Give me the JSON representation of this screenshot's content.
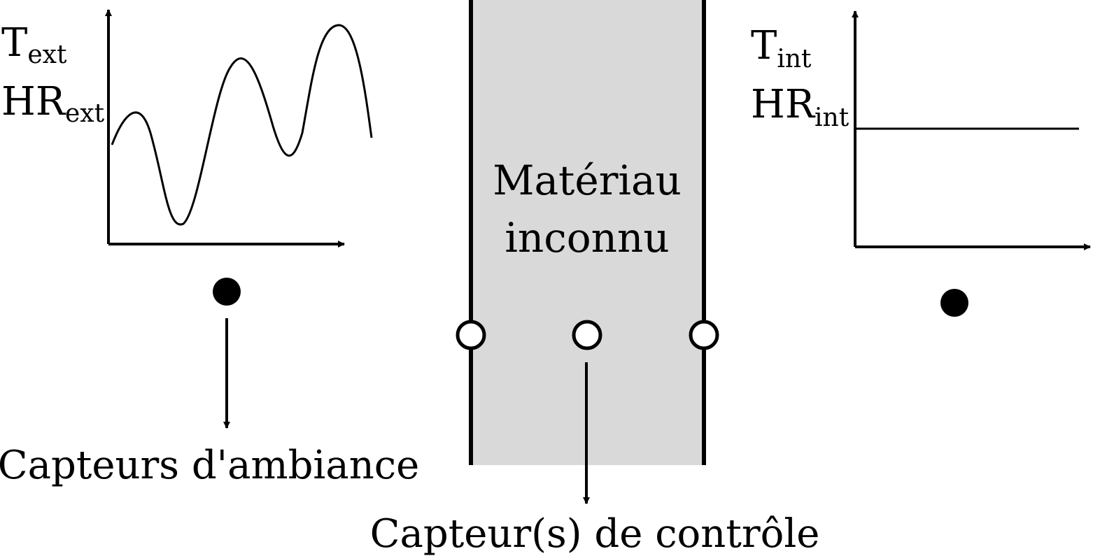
{
  "exterior": {
    "temperature": {
      "symbol": "T",
      "subscript": "ext"
    },
    "humidity": {
      "symbol": "HR",
      "subscript": "ext"
    }
  },
  "interior": {
    "temperature": {
      "symbol": "T",
      "subscript": "int"
    },
    "humidity": {
      "symbol": "HR",
      "subscript": "int"
    }
  },
  "material": {
    "line1": "Matériau",
    "line2": "inconnu"
  },
  "sensors": {
    "ambient_label": "Capteurs d'ambiance",
    "control_label": "Capteur(s) de contrôle"
  },
  "colors": {
    "material_fill": "#d9d9d9",
    "stroke": "#000000",
    "background": "#ffffff"
  }
}
